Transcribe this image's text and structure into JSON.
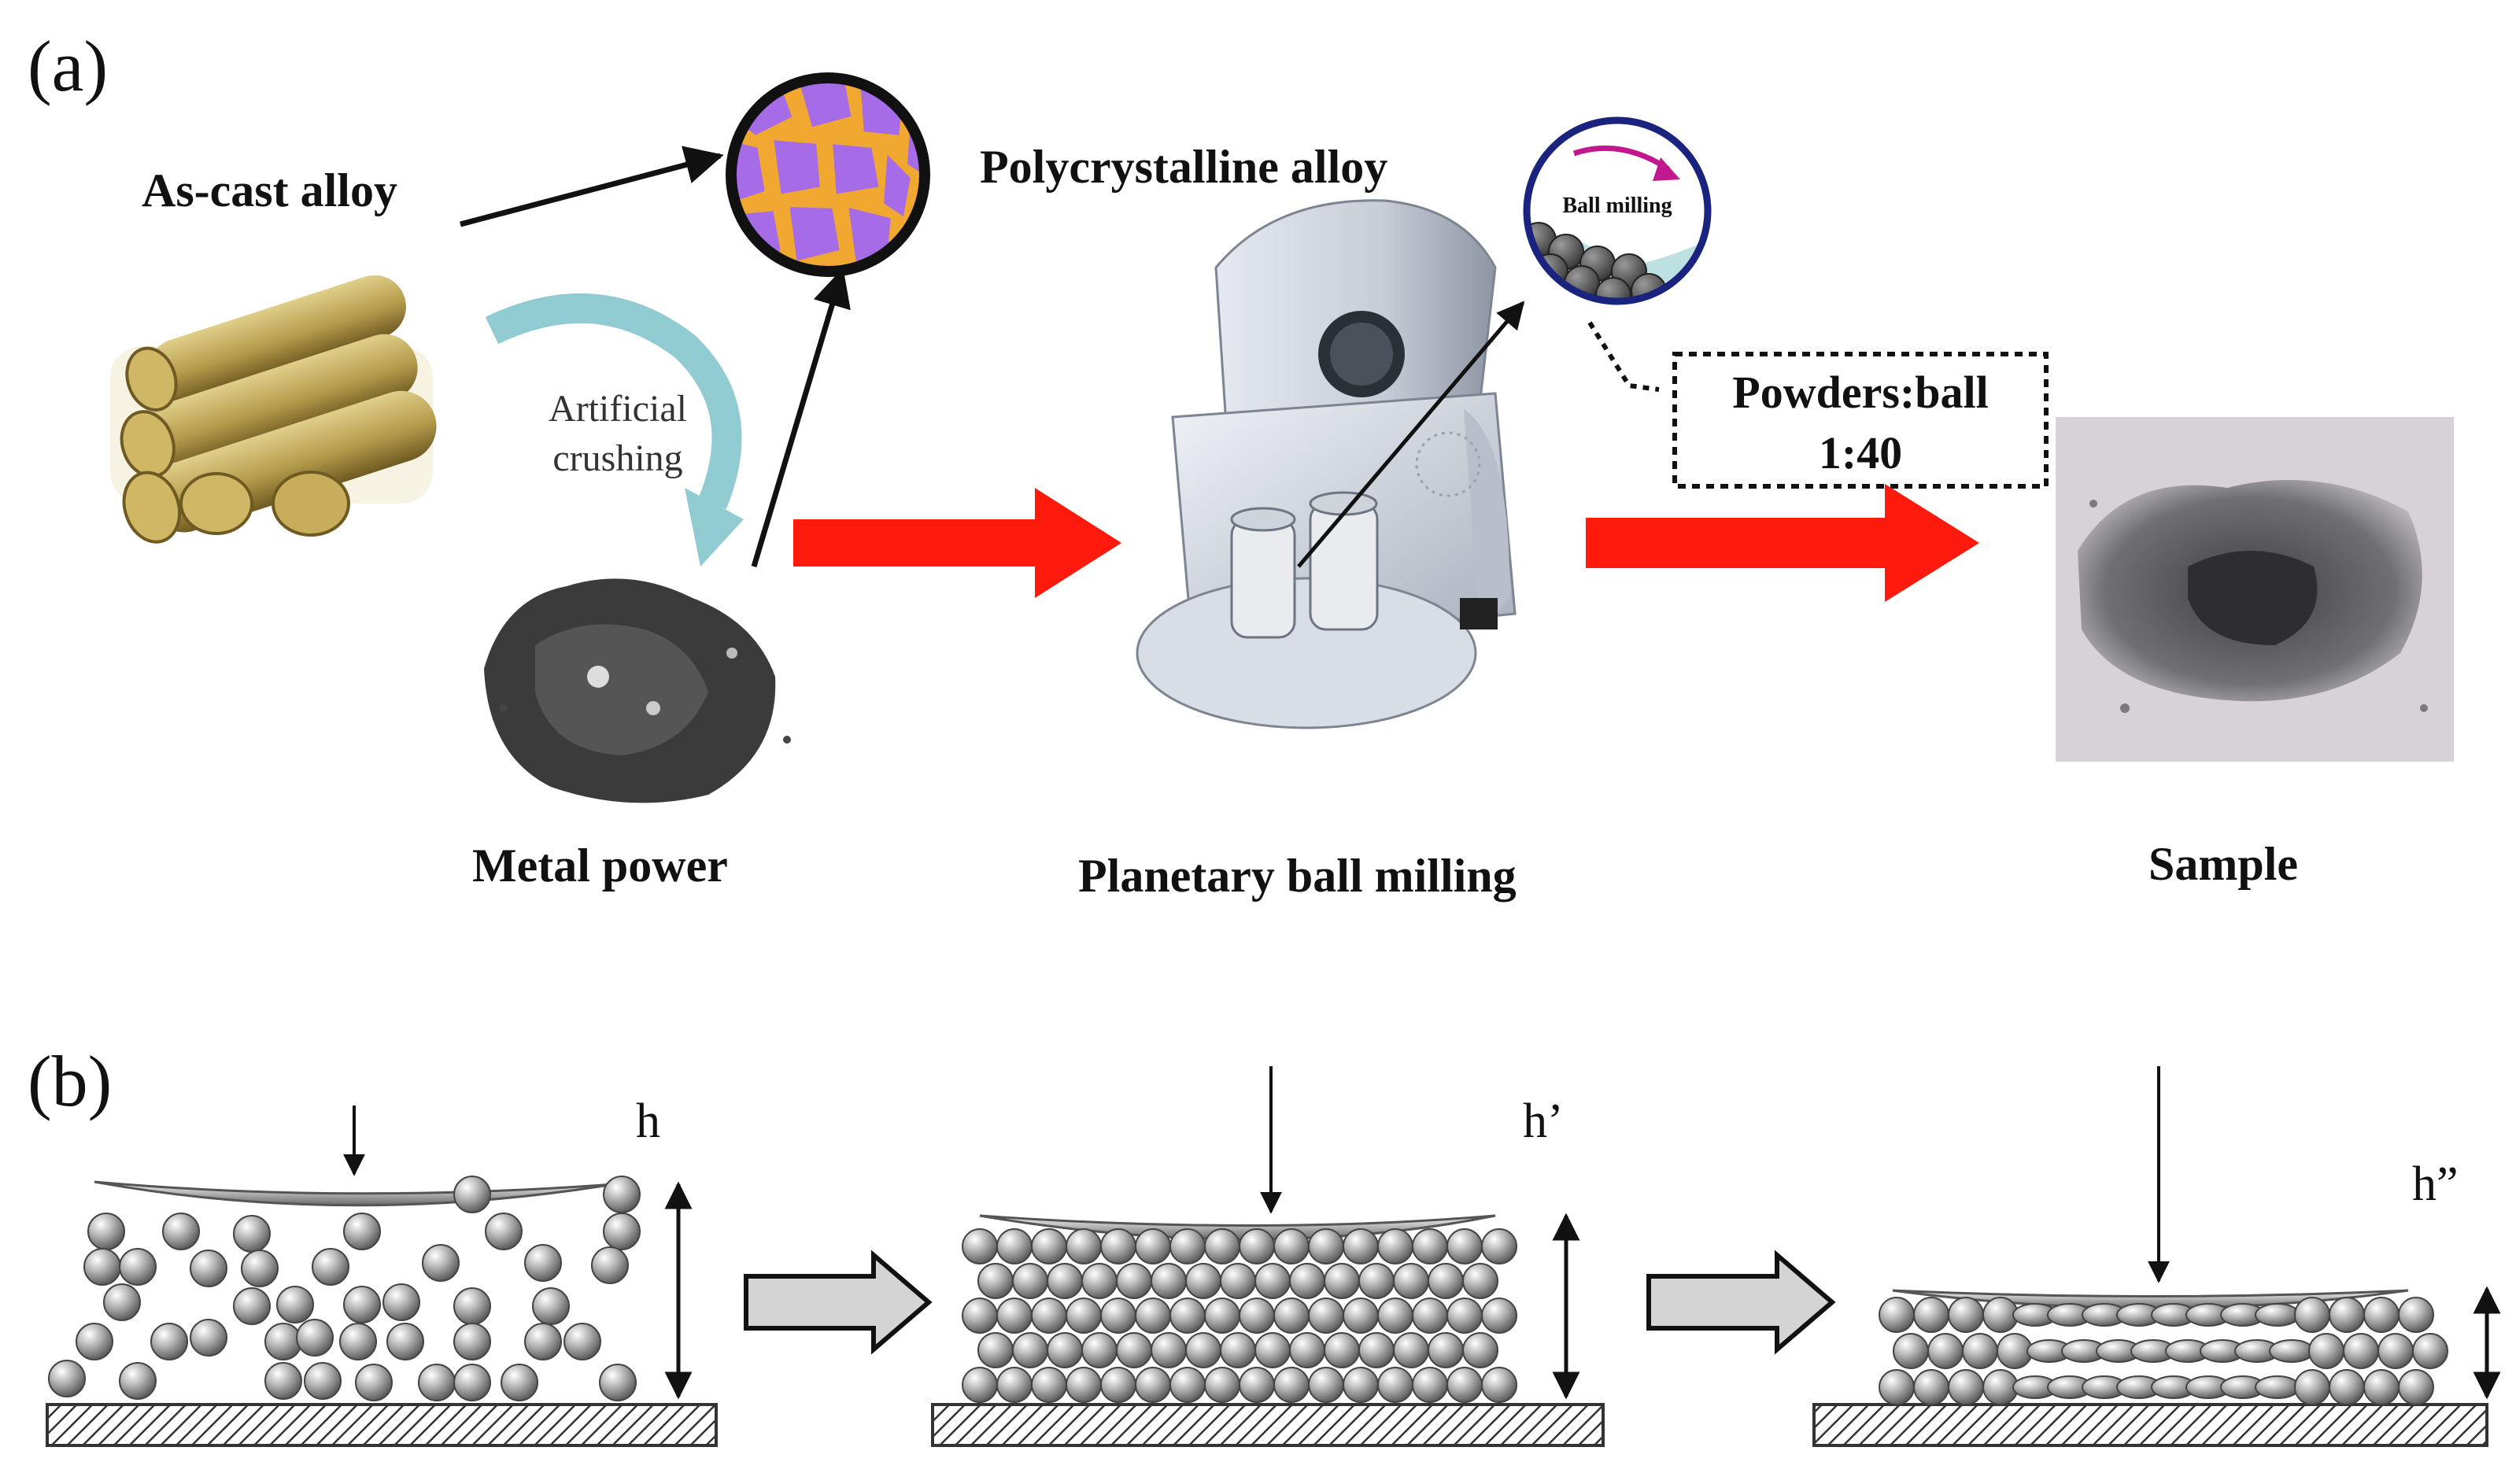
{
  "panel_a": {
    "label": "(a)",
    "as_cast_label": "As-cast alloy",
    "polycrystalline_label": "Polycrystalline alloy",
    "crushing_label_line1": "Artificial",
    "crushing_label_line2": "crushing",
    "metal_powder_label": "Metal power",
    "ball_milling_inset_label": "Ball milling",
    "ratio_line1": "Powders:ball",
    "ratio_line2": "1:40",
    "planetary_label": "Planetary ball milling",
    "sample_label": "Sample"
  },
  "panel_b": {
    "label": "(b)",
    "height_labels": [
      "h",
      "h’",
      "h”"
    ]
  },
  "colors": {
    "flow_arrow": "#ff1a0d",
    "grain_fill": "#a66be6",
    "grain_boundary": "#f0a830",
    "crushing_arrow": "#8fcbd1",
    "inset_ring": "#1a237e",
    "inset_arrow": "#c2188f"
  }
}
